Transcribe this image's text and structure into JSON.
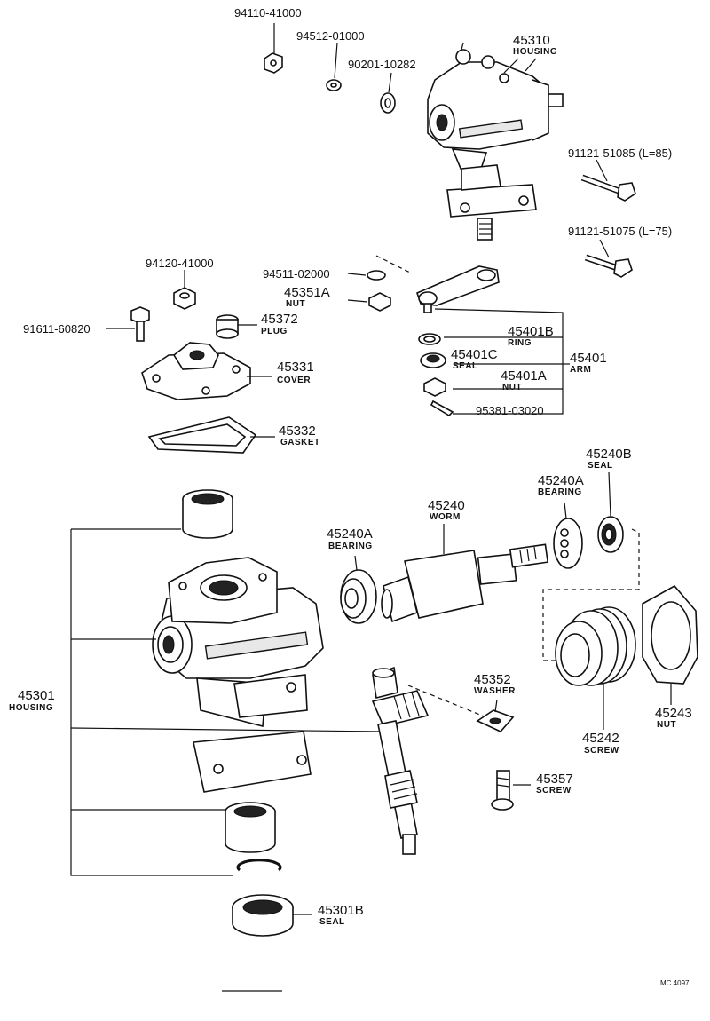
{
  "labels": {
    "p94110_41000": "94110-41000",
    "p94512_01000": "94512-01000",
    "p90201_10282": "90201-10282",
    "p45310": "45310",
    "p45310_name": "HOUSING",
    "p91121_51085": "91121-51085 (L=85)",
    "p91121_51075": "91121-51075 (L=75)",
    "p94120_41000": "94120-41000",
    "p94511_02000": "94511-02000",
    "p45351A": "45351A",
    "p45351A_name": "NUT",
    "p91611_60820": "91611-60820",
    "p45372": "45372",
    "p45372_name": "PLUG",
    "p45401B": "45401B",
    "p45401B_name": "RING",
    "p45401C": "45401C",
    "p45401C_name": "SEAL",
    "p45401": "45401",
    "p45401_name": "ARM",
    "p45331": "45331",
    "p45331_name": "COVER",
    "p45401A": "45401A",
    "p45401A_name": "NUT",
    "p95381_03020": "95381-03020",
    "p45332": "45332",
    "p45332_name": "GASKET",
    "p45240B": "45240B",
    "p45240B_name": "SEAL",
    "p45240A_r": "45240A",
    "p45240A_r_name": "BEARING",
    "p45240": "45240",
    "p45240_name": "WORM",
    "p45240A_l": "45240A",
    "p45240A_l_name": "BEARING",
    "p45301": "45301",
    "p45301_name": "HOUSING",
    "p45352": "45352",
    "p45352_name": "WASHER",
    "p45243": "45243",
    "p45243_name": "NUT",
    "p45242": "45242",
    "p45242_name": "SCREW",
    "p45357": "45357",
    "p45357_name": "SCREW",
    "p45301B": "45301B",
    "p45301B_name": "SEAL",
    "catalog_code": "MC 4097"
  }
}
